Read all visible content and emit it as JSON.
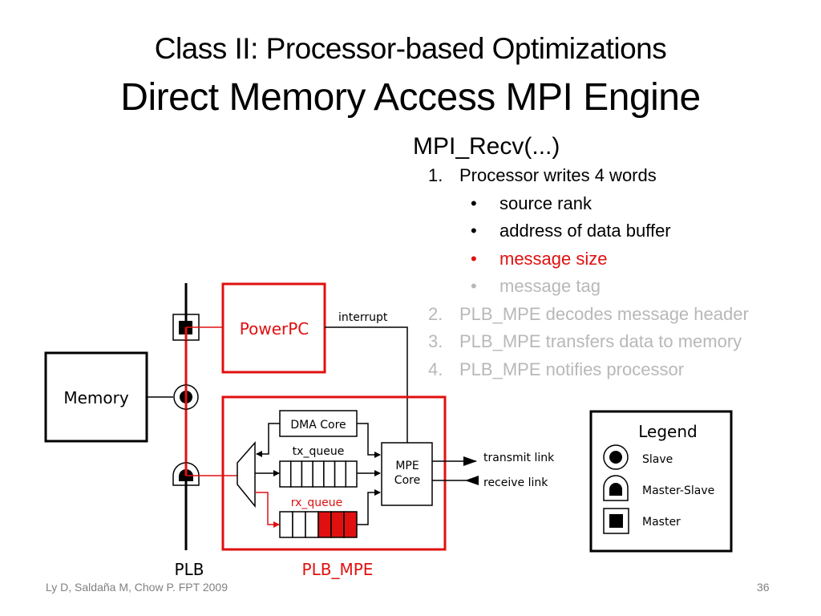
{
  "slide": {
    "title_line1": "Class II: Processor-based Optimizations",
    "title_line2": "Direct Memory Access MPI Engine",
    "page_number": "36",
    "citation": "Ly D, Saldaña M, Chow P. FPT 2009"
  },
  "steps": {
    "heading": "MPI_Recv(...)",
    "items": [
      {
        "num": "1.",
        "text": "Processor writes 4 words",
        "state": "active"
      },
      {
        "num": "2.",
        "text": "PLB_MPE decodes message header",
        "state": "inactive"
      },
      {
        "num": "3.",
        "text": "PLB_MPE transfers data to memory",
        "state": "inactive"
      },
      {
        "num": "4.",
        "text": "PLB_MPE notifies processor",
        "state": "inactive"
      }
    ],
    "subitems": [
      {
        "bullet": "•",
        "text": "source rank",
        "state": "done"
      },
      {
        "bullet": "•",
        "text": "address of data buffer",
        "state": "done"
      },
      {
        "bullet": "•",
        "text": "message size",
        "state": "current"
      },
      {
        "bullet": "•",
        "text": "message tag",
        "state": "pending"
      }
    ]
  },
  "diagram": {
    "colors": {
      "highlight": "#e01010",
      "line": "#000000"
    },
    "memory_label": "Memory",
    "powerpc_label": "PowerPC",
    "interrupt_label": "interrupt",
    "dma_core_label": "DMA Core",
    "tx_queue_label": "tx_queue",
    "rx_queue_label": "rx_queue",
    "mpe_core_label_line1": "MPE",
    "mpe_core_label_line2": "Core",
    "transmit_link_label": "transmit link",
    "receive_link_label": "receive link",
    "plb_label": "PLB",
    "plb_mpe_label": "PLB_MPE",
    "tx_queue_slots": 7,
    "rx_queue_slots": 6,
    "rx_queue_filled": 3
  },
  "legend": {
    "title": "Legend",
    "items": [
      {
        "icon": "slave-port-icon",
        "label": "Slave"
      },
      {
        "icon": "master-slave-port-icon",
        "label": "Master-Slave"
      },
      {
        "icon": "master-port-icon",
        "label": "Master"
      }
    ]
  }
}
